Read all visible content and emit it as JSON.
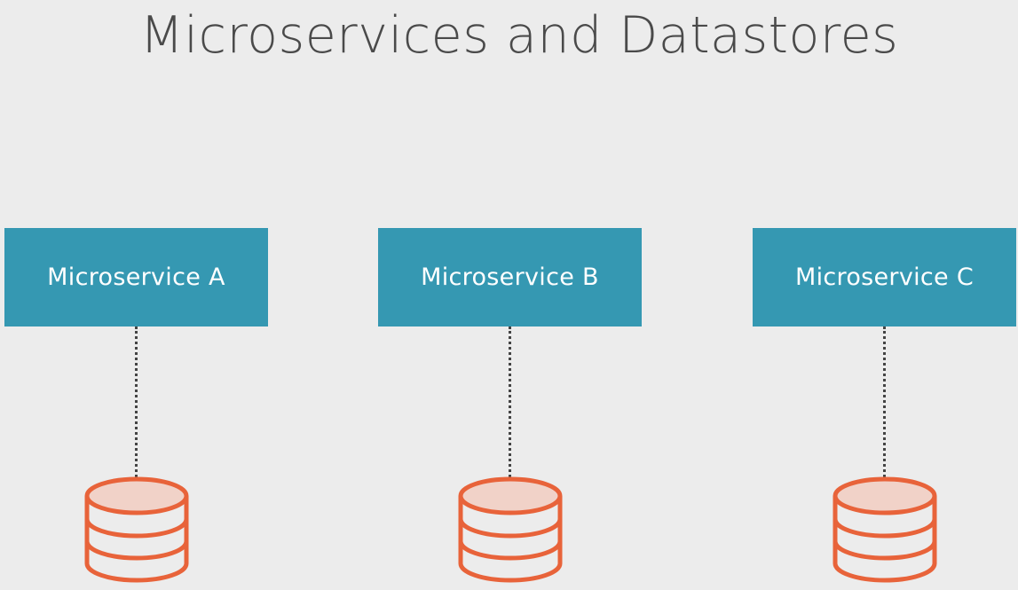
{
  "title": "Microservices and Datastores",
  "colors": {
    "background": "#ececec",
    "service_box": "#3598b2",
    "service_text": "#ffffff",
    "title_text": "#4a4a4a",
    "connector": "#444444",
    "datastore_stroke": "#e8633a",
    "datastore_top_fill": "#f1d2c8",
    "datastore_body_fill": "#ececec"
  },
  "services": [
    {
      "label": "Microservice A",
      "datastore_icon": "database-icon"
    },
    {
      "label": "Microservice B",
      "datastore_icon": "database-icon"
    },
    {
      "label": "Microservice C",
      "datastore_icon": "database-icon"
    }
  ]
}
